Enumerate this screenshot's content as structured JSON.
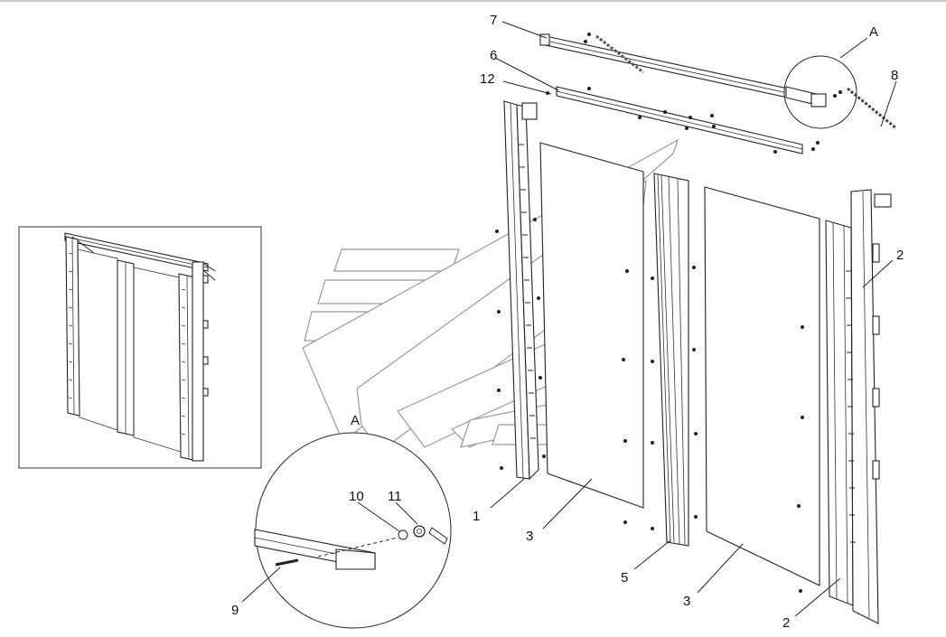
{
  "labels": {
    "p1": "1",
    "p2a": "2",
    "p2b": "2",
    "p3a": "3",
    "p3b": "3",
    "p5": "5",
    "p6": "6",
    "p7": "7",
    "p8": "8",
    "p9": "9",
    "p10": "10",
    "p11": "11",
    "p12": "12",
    "detailTop": "A",
    "detailBottom": "A"
  }
}
